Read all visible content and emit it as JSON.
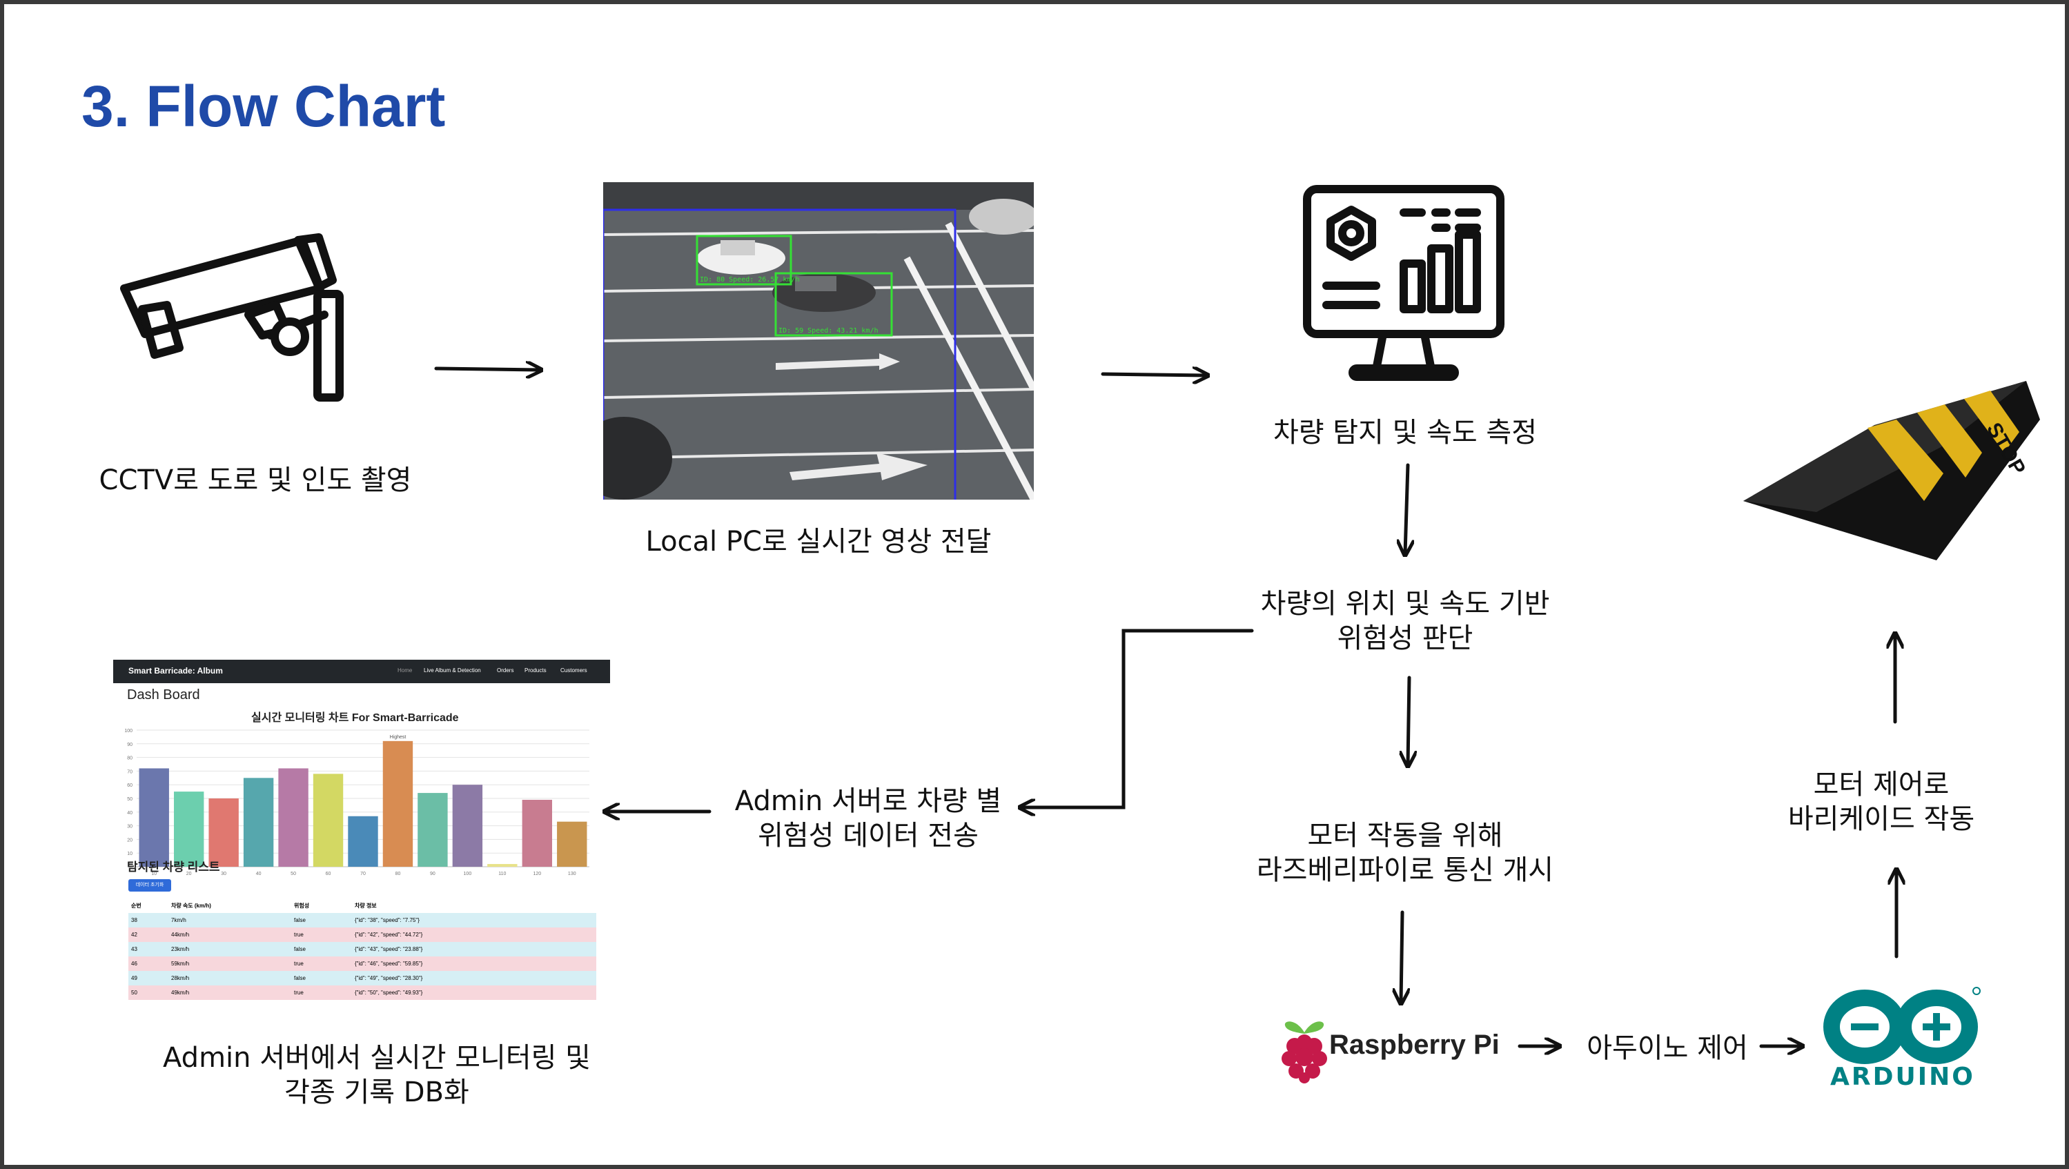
{
  "slide": {
    "title": "3. Flow Chart"
  },
  "steps": {
    "cctv": "CCTV로 도로 및 인도 촬영",
    "local_pc": "Local PC로 실시간 영상 전달",
    "detect": "차량 탐지 및 속도 측정",
    "risk_line1": "차량의 위치 및 속도 기반",
    "risk_line2": "위험성 판단",
    "admin_send_line1": "Admin 서버로 차량 별",
    "admin_send_line2": "위험성 데이터 전송",
    "motor_line1": "모터 작동을 위해",
    "motor_line2": "라즈베리파이로 통신 개시",
    "arduino_ctrl": "아두이노 제어",
    "barricade_line1": "모터 제어로",
    "barricade_line2": "바리케이드 작동",
    "monitor_line1": "Admin 서버에서 실시간 모니터링 및",
    "monitor_line2": "각종 기록 DB화"
  },
  "road_image": {
    "box1": "ID: 80 Speed: 26.57 km/h",
    "box2": "ID: 59 Speed: 43.21 km/h"
  },
  "dashboard": {
    "brand": "Smart Barricade: Album",
    "nav": [
      "Home",
      "Live Album & Detection",
      "Orders",
      "Products",
      "Customers"
    ],
    "heading": "Dash Board",
    "chart_title": "실시간 모니터링 차트 For Smart-Barricade",
    "highest_label": "Highest",
    "list_title": "탐지된 차량 리스트",
    "button_label": "데이터 초기화",
    "columns": [
      "순번",
      "차량 속도 (km/h)",
      "위험성",
      "차량 정보"
    ],
    "rows": [
      [
        "38",
        "7km/h",
        "false",
        "{\"id\": \"38\", \"speed\": \"7.75\"}"
      ],
      [
        "42",
        "44km/h",
        "true",
        "{\"id\": \"42\", \"speed\": \"44.72\"}"
      ],
      [
        "43",
        "23km/h",
        "false",
        "{\"id\": \"43\", \"speed\": \"23.88\"}"
      ],
      [
        "46",
        "59km/h",
        "true",
        "{\"id\": \"46\", \"speed\": \"59.85\"}"
      ],
      [
        "49",
        "28km/h",
        "false",
        "{\"id\": \"49\", \"speed\": \"28.30\"}"
      ],
      [
        "50",
        "49km/h",
        "true",
        "{\"id\": \"50\", \"speed\": \"49.93\"}"
      ]
    ]
  },
  "chart_data": {
    "type": "bar",
    "title": "실시간 모니터링 차트 For Smart-Barricade",
    "categories": [
      "10",
      "20",
      "30",
      "40",
      "50",
      "60",
      "70",
      "80",
      "90",
      "100",
      "110",
      "120",
      "130"
    ],
    "values": [
      72,
      55,
      50,
      65,
      72,
      68,
      37,
      92,
      54,
      60,
      2,
      49,
      33
    ],
    "yticks": [
      "100",
      "90",
      "80",
      "70",
      "60",
      "50",
      "40",
      "30",
      "20",
      "10"
    ],
    "ylim": [
      0,
      100
    ],
    "colors": [
      "#6b77ad",
      "#6ccfae",
      "#e07870",
      "#56a7ad",
      "#b67aa6",
      "#d3d863",
      "#4a8ab8",
      "#d88c52",
      "#6bbea6",
      "#8c7aa6",
      "#e8e28a",
      "#c87c90",
      "#c9964f"
    ],
    "grid": true
  },
  "logos": {
    "raspberry": "Raspberry Pi",
    "arduino": "ARDUINO",
    "stop": "STOP"
  },
  "colors": {
    "title": "#1f4aa8",
    "arduino": "#008184",
    "raspberry": "#c51a4a"
  }
}
